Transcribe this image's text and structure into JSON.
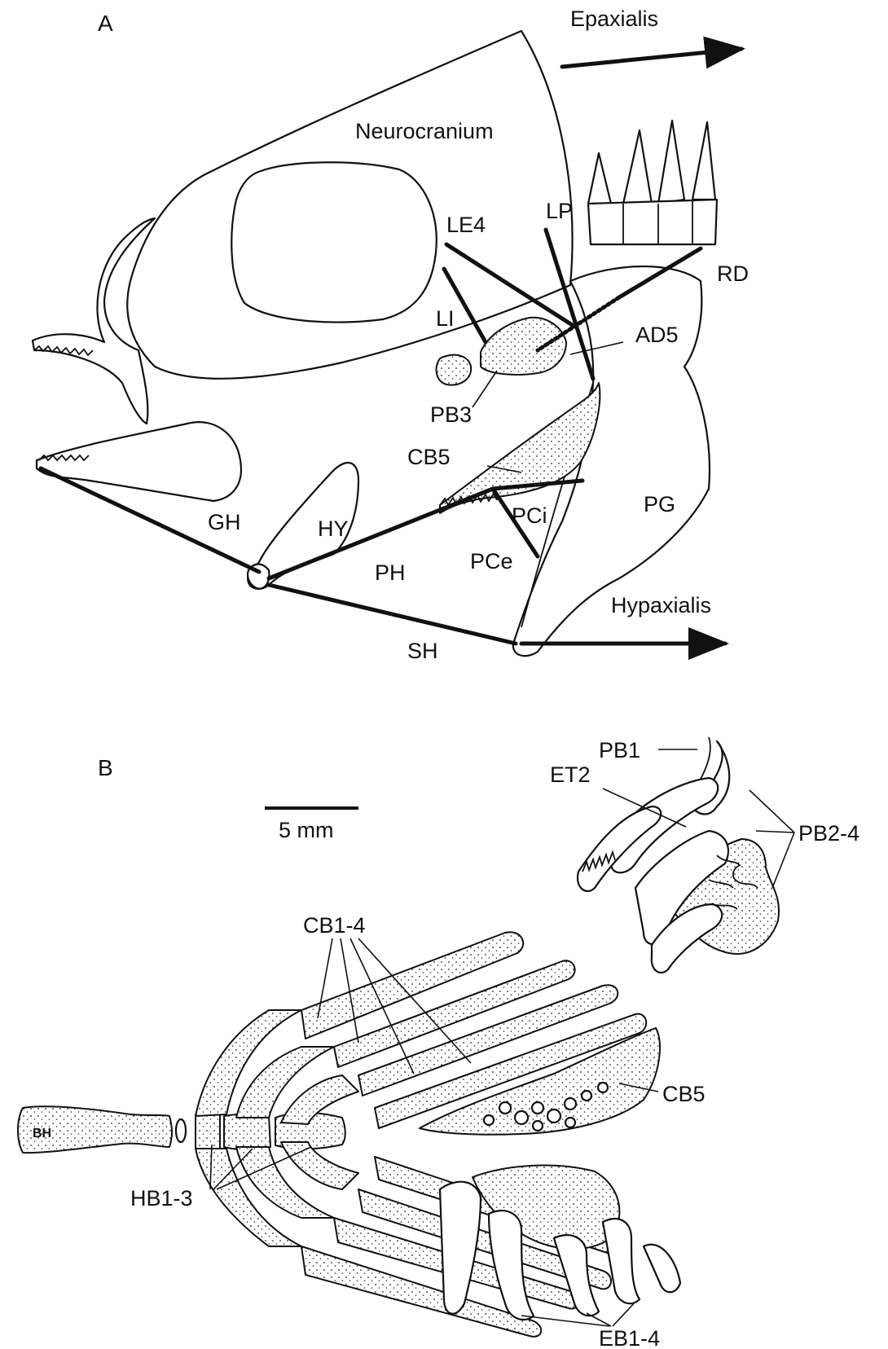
{
  "panel_a": {
    "panel_label": "A",
    "labels": {
      "epaxialis": "Epaxialis",
      "neurocranium": "Neurocranium",
      "le4": "LE4",
      "lp": "LP",
      "rd": "RD",
      "li": "LI",
      "ad5": "AD5",
      "pb3": "PB3",
      "cb5": "CB5",
      "gh": "GH",
      "hy": "HY",
      "pci": "PCi",
      "pg": "PG",
      "ph": "PH",
      "pce": "PCe",
      "hypaxialis": "Hypaxialis",
      "sh": "SH"
    }
  },
  "panel_b": {
    "panel_label": "B",
    "scale_bar": "5 mm",
    "labels": {
      "pb1": "PB1",
      "et2": "ET2",
      "pb2_4": "PB2-4",
      "cb1_4": "CB1-4",
      "cb5": "CB5",
      "bh": "BH",
      "hb1_3": "HB1-3",
      "eb1_4": "EB1-4"
    }
  },
  "colors": {
    "line": "#111111",
    "background": "#ffffff"
  }
}
